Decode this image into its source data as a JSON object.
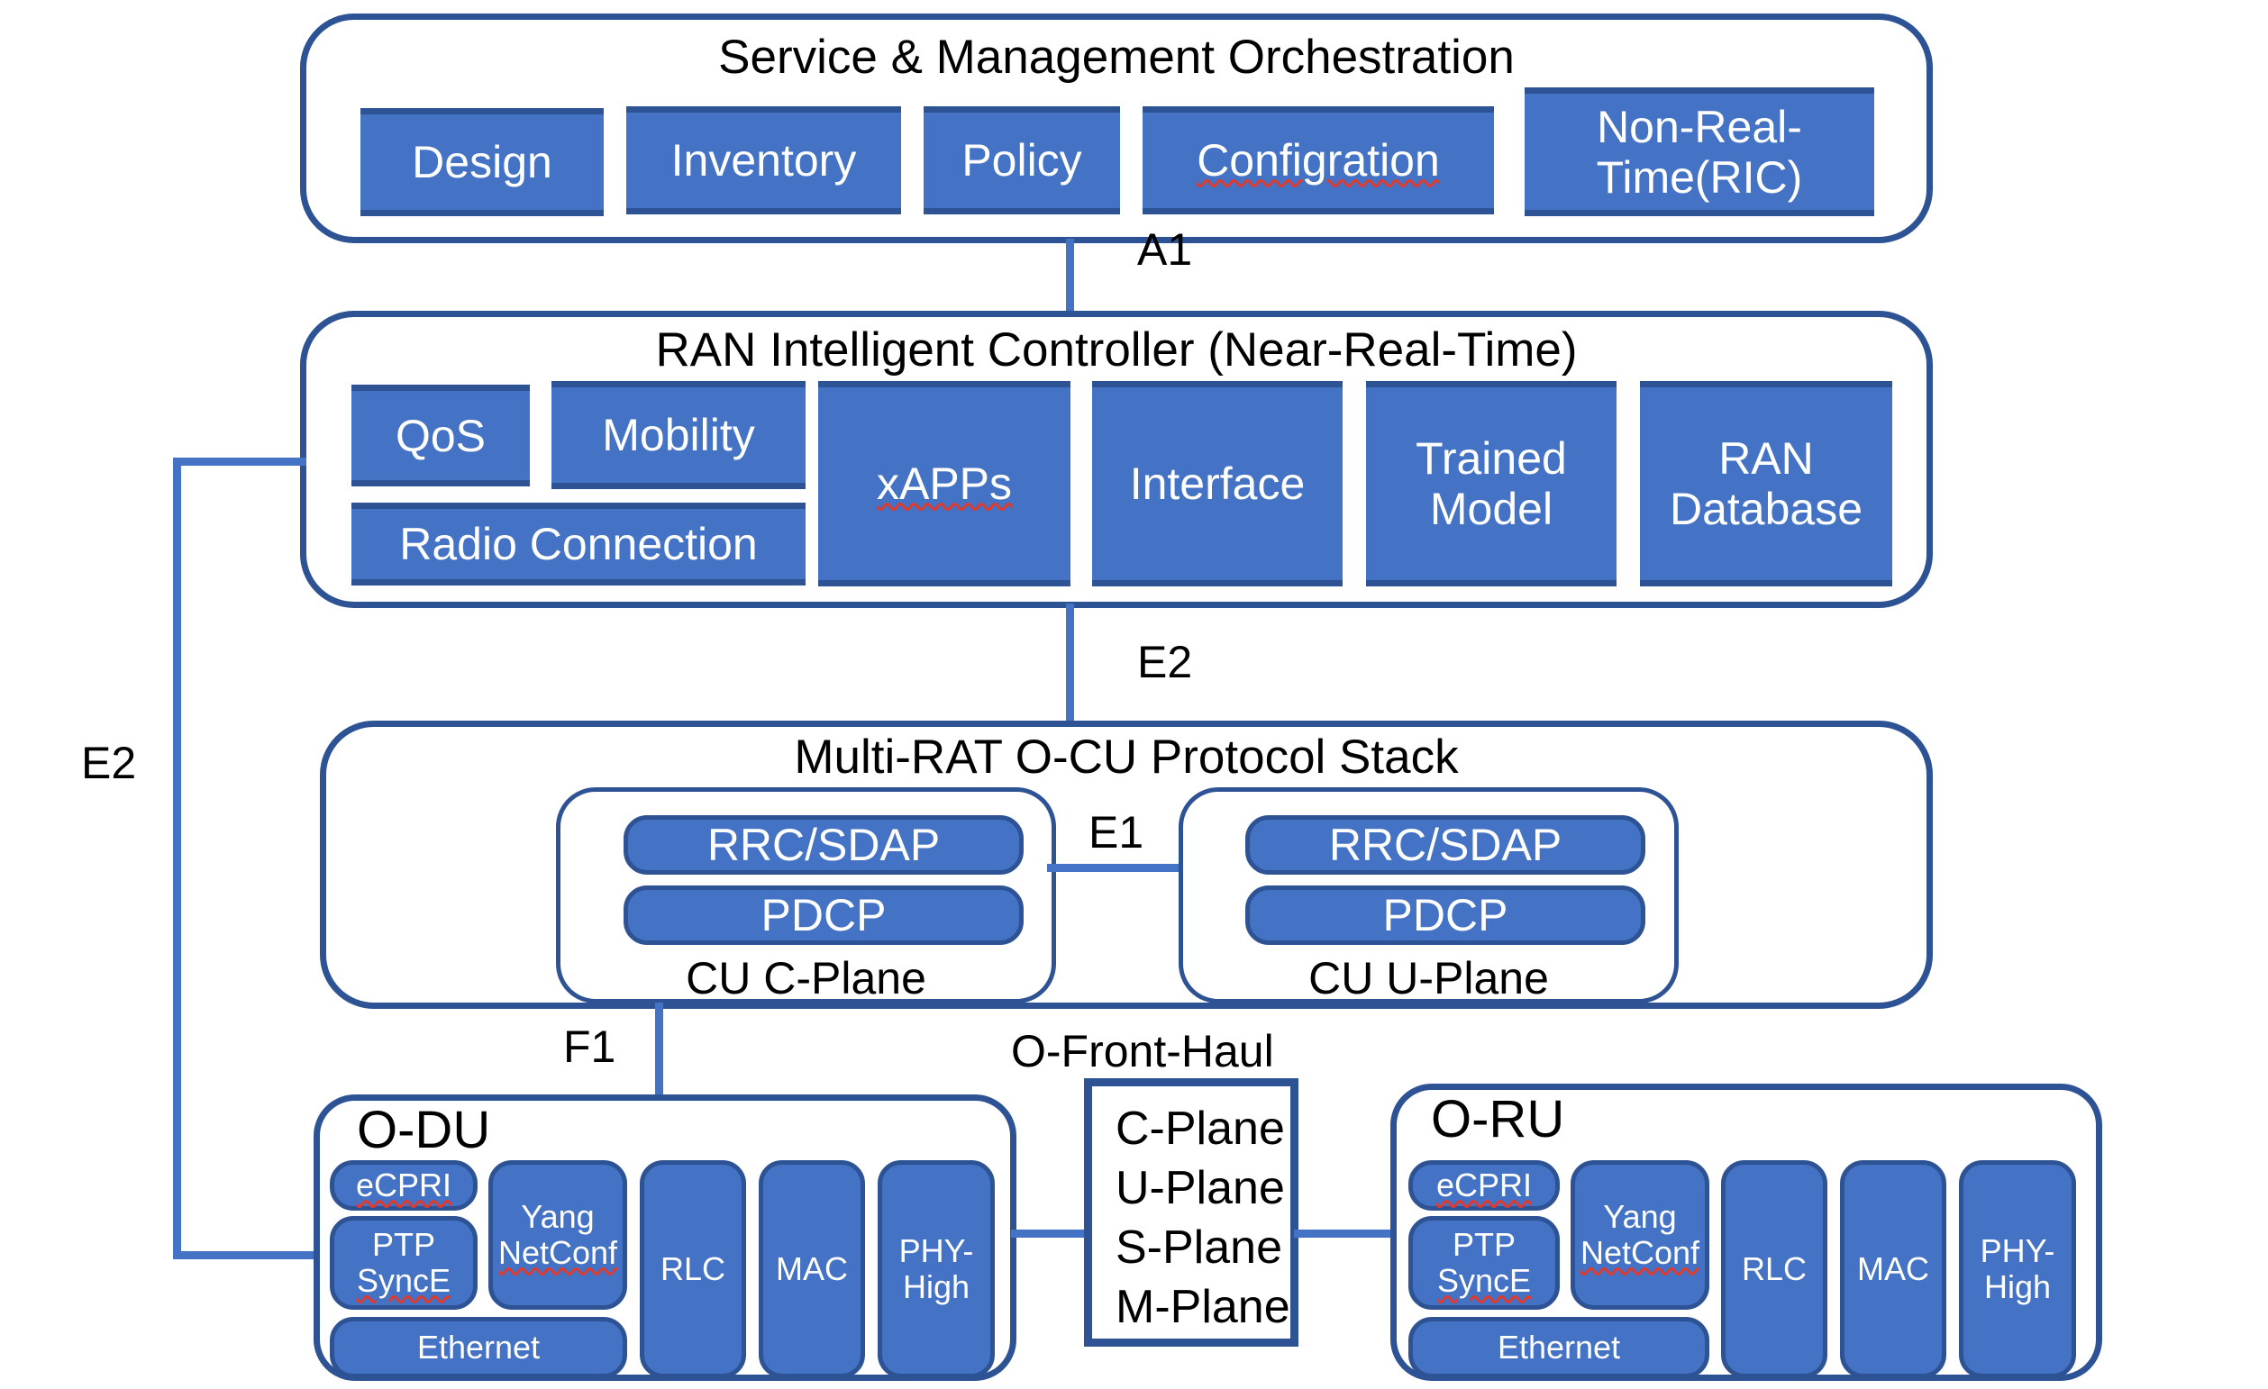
{
  "colors": {
    "block_fill": "#4472C4",
    "border": "#2E5395",
    "connector": "#4472C4",
    "background": "#ffffff",
    "text_on_block": "#ffffff",
    "text_on_white": "#000000",
    "spellcheck_underline": "#e03a2f"
  },
  "smo": {
    "title": "Service & Management Orchestration",
    "blocks": [
      {
        "label": "Design"
      },
      {
        "label": "Inventory"
      },
      {
        "label": "Policy"
      },
      {
        "label": "Configration"
      },
      {
        "label": "Non-Real-Time(RIC)",
        "line1": "Non-Real-",
        "line2": "Time(RIC)"
      }
    ]
  },
  "ric": {
    "title": "RAN Intelligent Controller (Near-Real-Time)",
    "blocks": [
      {
        "label": "QoS"
      },
      {
        "label": "Mobility"
      },
      {
        "label": "Radio Connection"
      },
      {
        "label": "xAPPs"
      },
      {
        "label": "Interface"
      },
      {
        "label": "Trained Model",
        "line1": "Trained",
        "line2": "Model"
      },
      {
        "label": "RAN Database",
        "line1": "RAN",
        "line2": "Database"
      }
    ]
  },
  "cu": {
    "title": "Multi-RAT O-CU Protocol Stack",
    "c_plane": {
      "caption": "CU C-Plane",
      "blocks": [
        {
          "label": "RRC/SDAP"
        },
        {
          "label": "PDCP"
        }
      ]
    },
    "u_plane": {
      "caption": "CU U-Plane",
      "blocks": [
        {
          "label": "RRC/SDAP"
        },
        {
          "label": "PDCP"
        }
      ]
    }
  },
  "odu": {
    "title": "O-DU",
    "blocks": [
      {
        "label": "eCPRI"
      },
      {
        "label": "PTP SyncE",
        "line1": "PTP",
        "line2": "SyncE"
      },
      {
        "label": "Ethernet"
      },
      {
        "label": "Yang NetConf",
        "line1": "Yang",
        "line2": "NetConf"
      },
      {
        "label": "RLC"
      },
      {
        "label": "MAC"
      },
      {
        "label": "PHY-High",
        "line1": "PHY-",
        "line2": "High"
      }
    ]
  },
  "oru": {
    "title": "O-RU",
    "blocks": [
      {
        "label": "eCPRI"
      },
      {
        "label": "PTP SyncE",
        "line1": "PTP",
        "line2": "SyncE"
      },
      {
        "label": "Ethernet"
      },
      {
        "label": "Yang NetConf",
        "line1": "Yang",
        "line2": "NetConf"
      },
      {
        "label": "RLC"
      },
      {
        "label": "MAC"
      },
      {
        "label": "PHY-High",
        "line1": "PHY-",
        "line2": "High"
      }
    ]
  },
  "fronthaul": {
    "title": "O-Front-Haul",
    "planes": [
      "C-Plane",
      "U-Plane",
      "S-Plane",
      "M-Plane"
    ]
  },
  "interfaces": {
    "a1": "A1",
    "e2_ric_cu": "E2",
    "e2_ric_du": "E2",
    "e1": "E1",
    "f1": "F1"
  }
}
